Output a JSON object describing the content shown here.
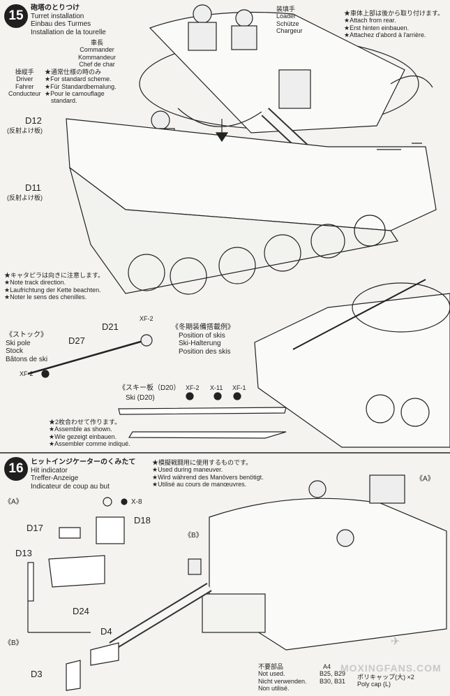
{
  "step15": {
    "number": "15",
    "title": [
      "砲塔のとりつけ",
      "Turret installation",
      "Einbau des Turmes",
      "Installation de la tourelle"
    ],
    "loader": [
      "装填手",
      "Loader",
      "Schütze",
      "Chargeur"
    ],
    "commander": [
      "車長",
      "Commander",
      "Kommandeur",
      "Chef de char"
    ],
    "driver": [
      "操縦手",
      "Driver",
      "Fahrer",
      "Conducteur"
    ],
    "standard_note": [
      "★通常仕様の時のみ",
      "★For standard scheme.",
      "★Für Standardbemalung.",
      "★Pour le camouflage",
      "standard."
    ],
    "rear_note": [
      "★車体上部は後から取り付けます。",
      "★Attach from rear.",
      "★Erst hinten einbauen.",
      "★Attachez d'abord à l'arrière."
    ],
    "d12": "D12",
    "d12_sub": "(反射よけ板)",
    "d11": "D11",
    "d11_sub": "(反射よけ板)",
    "track_note": [
      "★キャタピラは向きに注意します。",
      "★Note track direction.",
      "★Laufrichtung der Kette beachten.",
      "★Noter le sens des chenilles."
    ]
  },
  "skis": {
    "stock": [
      "《ストック》",
      "Ski pole",
      "Stock",
      "Bâtons de ski"
    ],
    "d21": "D21",
    "xf2_a": "XF-2",
    "d27": "D27",
    "xf2_b": "XF-2",
    "winter": [
      "《冬期装備搭載例》",
      "Position of skis",
      "Ski-Halterung",
      "Position des skis"
    ],
    "ski_board": "《スキー板（D20）",
    "ski_d20": "Ski (D20)",
    "xf2_c": "XF-2",
    "x11": "X-11",
    "xf1": "XF-1",
    "assemble": [
      "★2枚合わせて作ります。",
      "★Assemble as shown.",
      "★Wie gezeigt einbauen.",
      "★Assembler comme indiqué."
    ]
  },
  "step16": {
    "number": "16",
    "title": [
      "ヒットインジケーターのくみたて",
      "Hit indicator",
      "Treffer-Anzeige",
      "Indicateur de coup au but"
    ],
    "maneuver": [
      "★模擬戦闘用に使用するものです。",
      "★Used during maneuver.",
      "★Wird während des Manövers benötigt.",
      "★Utilisé au cours de manœuvres."
    ],
    "a_left": "《A》",
    "a_right": "《A》",
    "b_left": "《B》",
    "b_mid": "《B》",
    "x8": "X-8",
    "d18": "D18",
    "d17": "D17",
    "d13": "D13",
    "d24": "D24",
    "d4": "D4",
    "d3": "D3",
    "not_used": [
      "不要部品",
      "Not used.",
      "Nicht verwenden.",
      "Non utilisé."
    ],
    "parts": [
      "A4",
      "B25, B29",
      "B30, B31"
    ],
    "polycap": [
      "ポリキャップ(大)",
      "Poly cap (L)"
    ],
    "polycap_qty": "×2"
  },
  "watermark": "MOXINGFANS.COM"
}
